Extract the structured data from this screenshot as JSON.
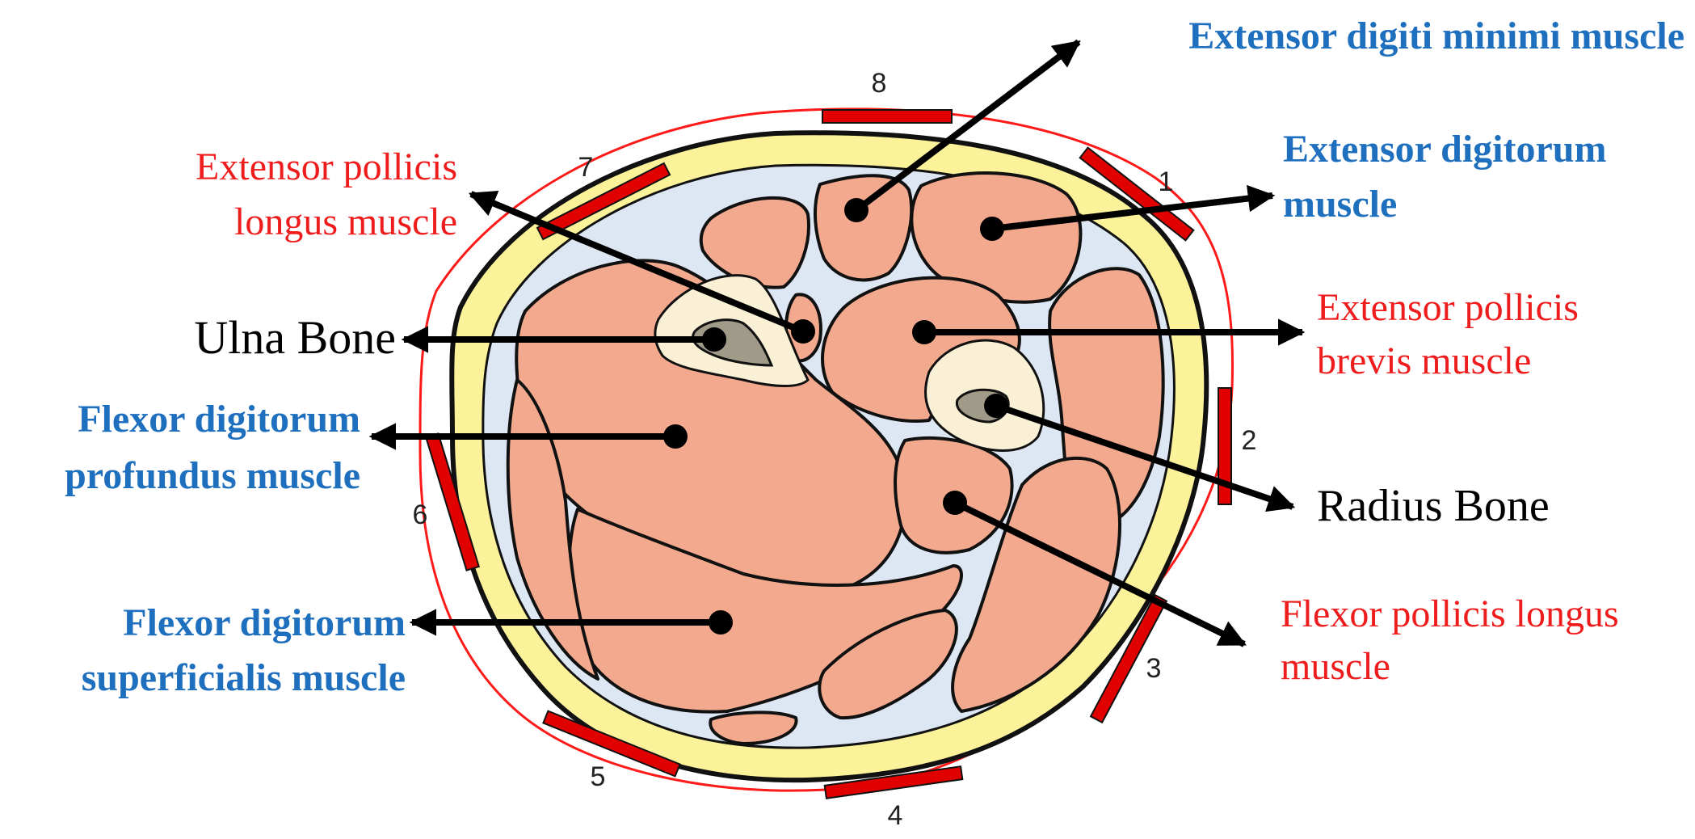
{
  "colors": {
    "blue_label": "#1f6fbf",
    "red_label": "#ee1c1c",
    "black_label": "#000000",
    "muscle_fill": "#f2a98e",
    "fascia_fill": "#dde7f3",
    "skin_fill": "#fbf29a",
    "bone_fill": "#faf0d6",
    "marrow_fill": "#a09a88",
    "sensor_fill": "#e00000",
    "outline_red": "#ff1a1a"
  },
  "labels": {
    "extensor_digiti_minimi": "Extensor digiti minimi muscle",
    "extensor_digitorum_1": "Extensor digitorum",
    "extensor_digitorum_2": "muscle",
    "extensor_pollicis_brevis_1": "Extensor pollicis",
    "extensor_pollicis_brevis_2": "brevis muscle",
    "radius_bone": "Radius Bone",
    "flexor_pollicis_longus_1": "Flexor pollicis longus",
    "flexor_pollicis_longus_2": "muscle",
    "extensor_pollicis_longus_1": "Extensor pollicis",
    "extensor_pollicis_longus_2": "longus muscle",
    "ulna_bone": "Ulna Bone",
    "flexor_digitorum_profundus_1": "Flexor digitorum",
    "flexor_digitorum_profundus_2": "profundus muscle",
    "flexor_digitorum_superficialis_1": "Flexor digitorum",
    "flexor_digitorum_superficialis_2": "superficialis muscle"
  },
  "sensors": [
    "1",
    "2",
    "3",
    "4",
    "5",
    "6",
    "7",
    "8"
  ]
}
